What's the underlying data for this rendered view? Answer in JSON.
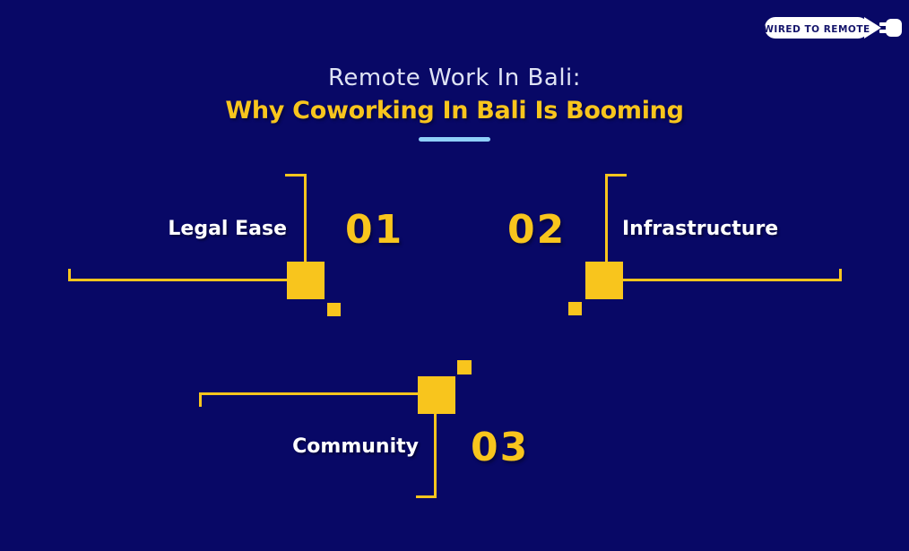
{
  "colors": {
    "bg": "#080866",
    "yellow": "#f8c51d",
    "white": "#f2f4fb",
    "lightblue": "#8fcff9",
    "navy": "#14146b"
  },
  "logo": {
    "text": "WIRED TO REMOTE",
    "icon": "plug-icon"
  },
  "header": {
    "title_line1": "Remote Work In Bali:",
    "title_line2": "Why Coworking In Bali Is Booming"
  },
  "sections": [
    {
      "number": "01",
      "label": "Legal Ease"
    },
    {
      "number": "02",
      "label": "Infrastructure"
    },
    {
      "number": "03",
      "label": "Community"
    }
  ]
}
